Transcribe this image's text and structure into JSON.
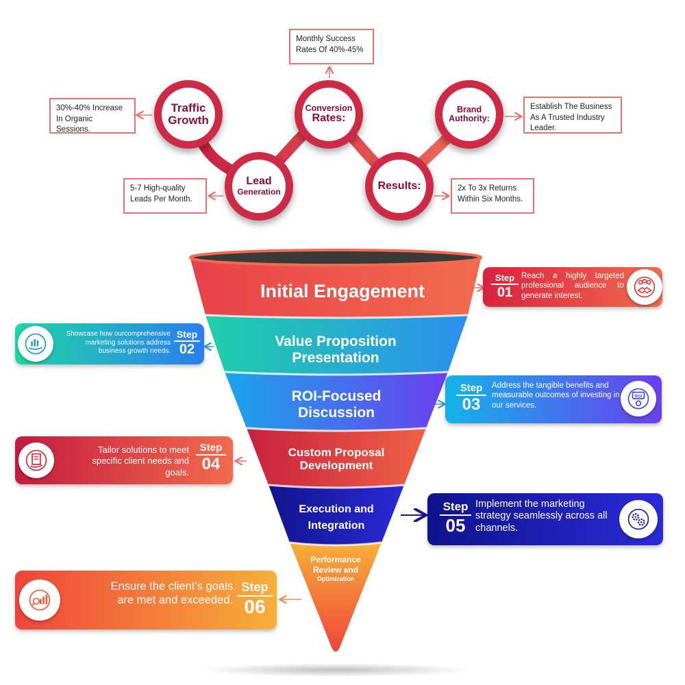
{
  "network": {
    "nodes": [
      {
        "id": "traffic",
        "lines": [
          "Traffic",
          "Growth"
        ],
        "box": "30%-40% Increase In Organic Sessions."
      },
      {
        "id": "lead",
        "lines": [
          "Lead",
          "Generation"
        ],
        "box": "5-7 High-quality Leads Per Month."
      },
      {
        "id": "conversion",
        "lines": [
          "Conversion",
          "Rates:"
        ],
        "box": "Monthly Success Rates Of 40%-45%"
      },
      {
        "id": "results",
        "lines": [
          "Results:"
        ],
        "box": "2x To 3x Returns Within Six Months."
      },
      {
        "id": "brand",
        "lines": [
          "Brand",
          "Authority:"
        ],
        "box": "Establish The Business As A Trusted Industry Leader."
      }
    ]
  },
  "funnel": {
    "stages": [
      {
        "lines": [
          "Initial Engagement"
        ],
        "colors": [
          "#e8414a",
          "#f26b4d"
        ]
      },
      {
        "lines": [
          "Value Proposition",
          "Presentation"
        ],
        "colors": [
          "#1fd0a8",
          "#2c8ff0"
        ]
      },
      {
        "lines": [
          "ROI-Focused",
          "Discussion"
        ],
        "colors": [
          "#1aa6ea",
          "#6b3ff0"
        ]
      },
      {
        "lines": [
          "Custom Proposal",
          "Development"
        ],
        "colors": [
          "#c8213f",
          "#f06245"
        ]
      },
      {
        "lines": [
          "Execution and",
          "Integration"
        ],
        "colors": [
          "#12148e",
          "#2a2ad6"
        ]
      },
      {
        "lines": [
          "Performance",
          "Review and",
          "Optimization"
        ],
        "colors": [
          "#f0443a",
          "#f7b03a"
        ]
      }
    ]
  },
  "steps": [
    {
      "word": "Step",
      "num": "01",
      "text": "Reach a highly targeted professional audience to generate interest.",
      "icon": "handshake-icon",
      "colors": [
        "#d9233f",
        "#f26b4d"
      ]
    },
    {
      "word": "Step",
      "num": "02",
      "text": "Showcase how ourcomprehensive marketing solutions address business growth needs.",
      "icon": "growth-hand-icon",
      "colors": [
        "#1fd6a6",
        "#2a7ef0"
      ]
    },
    {
      "word": "Step",
      "num": "03",
      "text": "Address the tangible benefits and measurable outcomes of investing in our services.",
      "icon": "roi-icon",
      "colors": [
        "#14b3ea",
        "#6a3ef0"
      ]
    },
    {
      "word": "Step",
      "num": "04",
      "text": "Tailor solutions to meet specific client needs and goals.",
      "icon": "document-icon",
      "colors": [
        "#c41c3e",
        "#f26b4d"
      ]
    },
    {
      "word": "Step",
      "num": "05",
      "text": "Implement the marketing strategy seamlessly across all channels.",
      "icon": "gears-icon",
      "colors": [
        "#10138c",
        "#2b2bd8"
      ]
    },
    {
      "word": "Step",
      "num": "06",
      "text": "Ensure the client’s goals are met and exceeded.",
      "icon": "analytics-icon",
      "colors": [
        "#f0443a",
        "#f7b03a"
      ]
    }
  ]
}
